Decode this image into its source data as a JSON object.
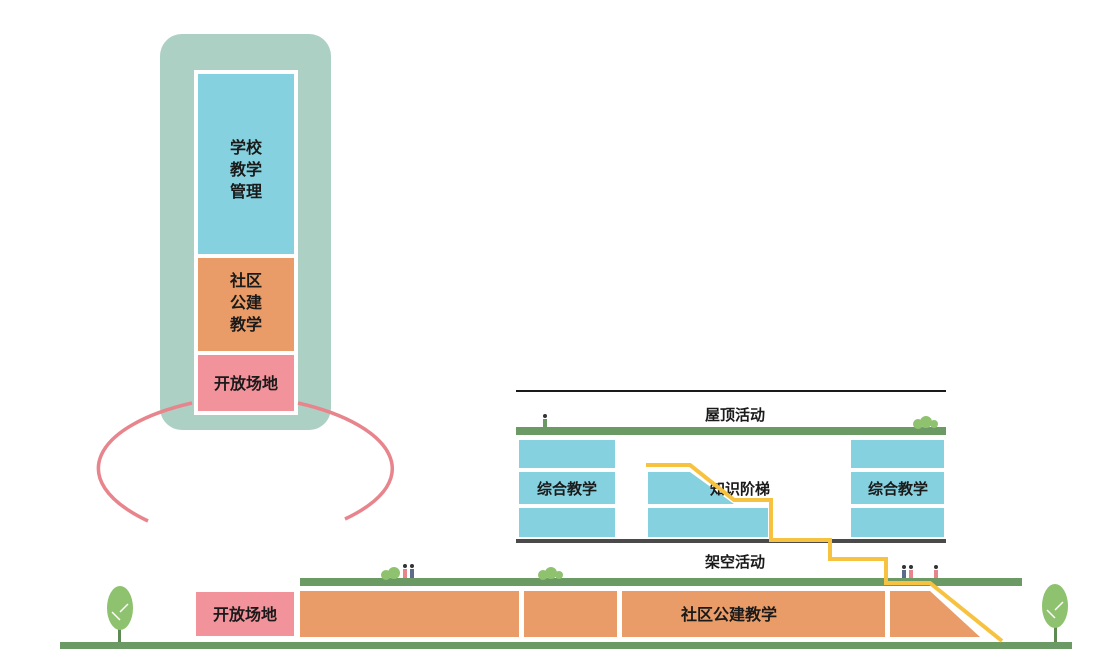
{
  "diagram": {
    "stack": {
      "school_management": [
        "学校",
        "教学",
        "管理"
      ],
      "community_teaching": [
        "社区",
        "公建",
        "教学"
      ],
      "open_space": "开放场地"
    },
    "section": {
      "roof_activity": "屋顶活动",
      "comprehensive_teaching_left": "综合教学",
      "knowledge_stairs": "知识阶梯",
      "comprehensive_teaching_right": "综合教学",
      "stilt_floor_activity": "架空活动",
      "community_teaching": "社区公建教学",
      "open_space": "开放场地"
    }
  },
  "colors": {
    "teal_frame": "#acd0c4",
    "school_blue": "#86d1df",
    "community_orange": "#e99c67",
    "open_space_pink": "#f2929a",
    "ellipse_pink": "#e8848c",
    "ground_green": "#6c9a64",
    "stair_yellow": "#f7c23f",
    "tree_green": "#8ec26e",
    "slab_gray": "#4a4a4a"
  }
}
